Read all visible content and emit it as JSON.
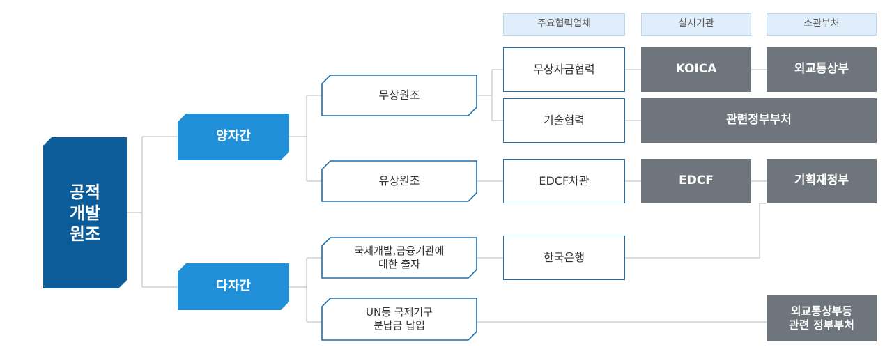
{
  "headers": {
    "partners": "주요협력업체",
    "agency": "실시기관",
    "ministry": "소관부처"
  },
  "root": "공적\n개발\n원조",
  "bilateral": "양자간",
  "multilateral": "다자간",
  "grant_aid": "무상원조",
  "loan_aid": "유상원조",
  "contribution": "국제개발,금융기관에\n대한 출자",
  "un_payment": "UN등 국제기구\n분납금 납입",
  "grant_coop": "무상자금협력",
  "tech_coop": "기술협력",
  "edcf_loan": "EDCF차관",
  "bank_of_korea": "한국은행",
  "koica": "KOICA",
  "related_gov": "관련정부부처",
  "edcf": "EDCF",
  "mofa": "외교통상부",
  "mosf": "기획재정부",
  "mofa_related": "외교통상부등\n관련 정부부처",
  "colors": {
    "root": "#0c5c99",
    "tier1": "#2290d8",
    "outline": "#1e6fad",
    "dark": "#6e757c",
    "header_bg": "#dfeefa"
  }
}
